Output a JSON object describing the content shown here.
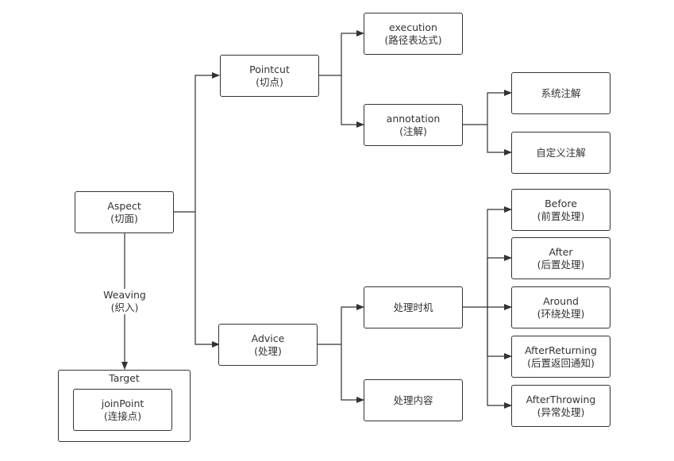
{
  "nodes": {
    "aspect": {
      "label": "Aspect",
      "sub": "(切面)"
    },
    "pointcut": {
      "label": "Pointcut",
      "sub": "(切点)"
    },
    "advice": {
      "label": "Advice",
      "sub": "(处理)"
    },
    "execution": {
      "label": "execution",
      "sub": "(路径表达式)"
    },
    "annotation": {
      "label": "annotation",
      "sub": "(注解)"
    },
    "system_annotation": {
      "label": "系统注解"
    },
    "custom_annotation": {
      "label": "自定义注解"
    },
    "timing": {
      "label": "处理时机"
    },
    "content": {
      "label": "处理内容"
    },
    "before": {
      "label": "Before",
      "sub": "(前置处理)"
    },
    "after": {
      "label": "After",
      "sub": "(后置处理)"
    },
    "around": {
      "label": "Around",
      "sub": "(环绕处理)"
    },
    "after_returning": {
      "label": "AfterReturning",
      "sub": "(后置返回通知)"
    },
    "after_throwing": {
      "label": "AfterThrowing",
      "sub": "(异常处理)"
    }
  },
  "target": {
    "title": "Target",
    "join_point": {
      "label": "joinPoint",
      "sub": "(连接点)"
    }
  },
  "weaving": {
    "label": "Weaving",
    "sub": "(织入)"
  },
  "colors": {
    "stroke": "#333333",
    "background": "#ffffff",
    "text": "#333333"
  }
}
